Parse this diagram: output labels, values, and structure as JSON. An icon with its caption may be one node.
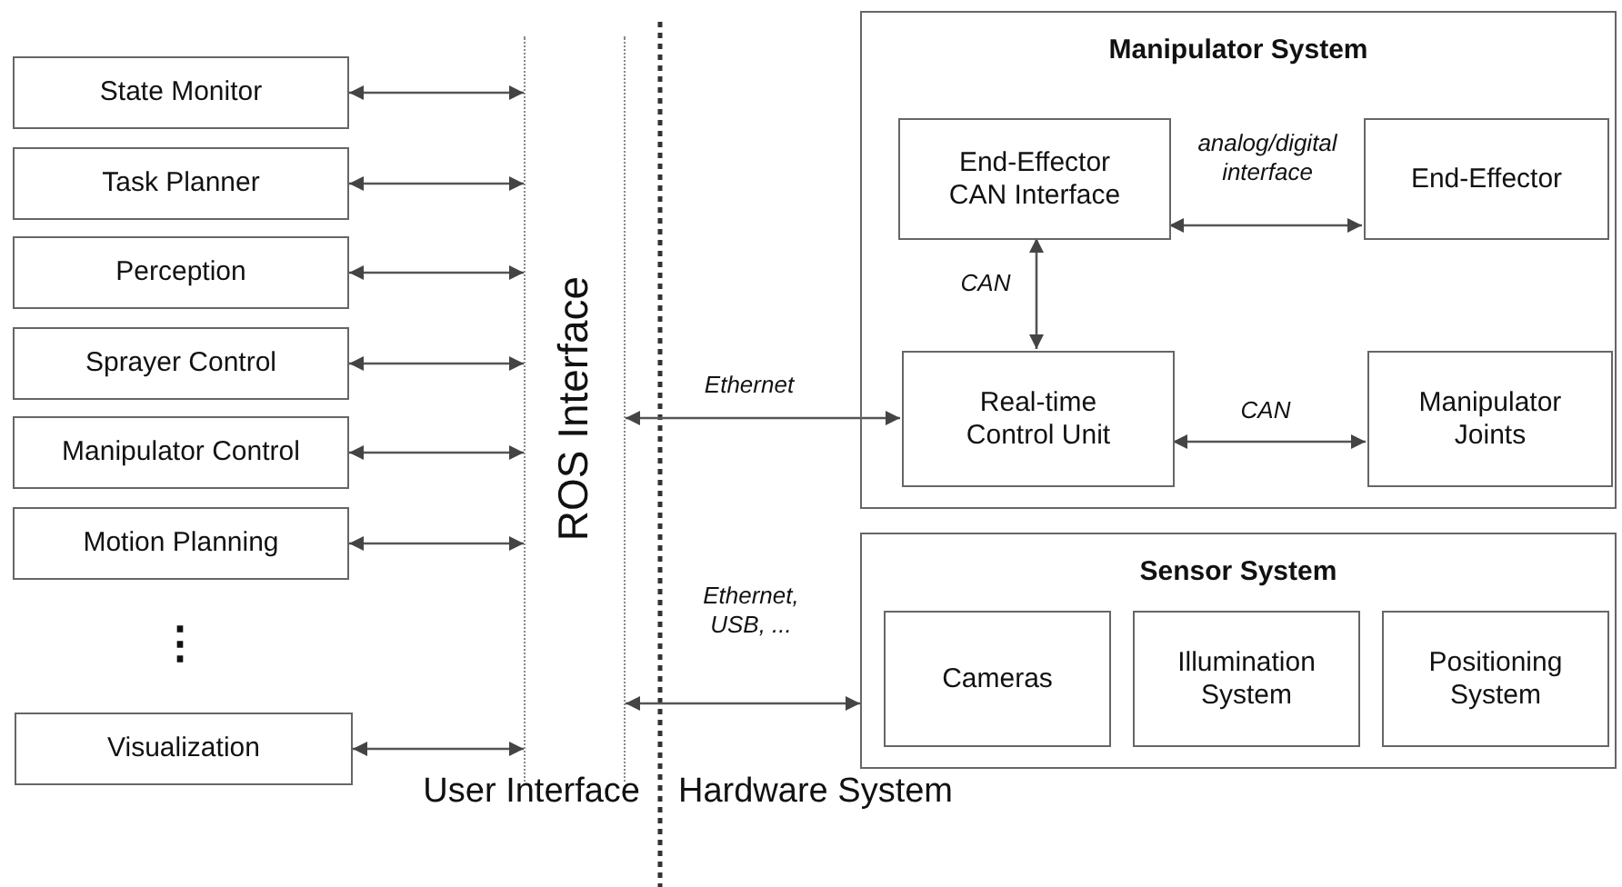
{
  "diagram": {
    "nodes": [
      {
        "text": [
          "State Monitor"
        ]
      },
      {
        "text": [
          "Task Planner"
        ]
      },
      {
        "text": [
          "Perception"
        ]
      },
      {
        "text": [
          "Sprayer Control"
        ]
      },
      {
        "text": [
          "Manipulator Control"
        ]
      },
      {
        "text": [
          "Motion Planning"
        ]
      },
      {
        "text": [
          "Visualization"
        ]
      },
      {
        "text": [
          "ROS Interface"
        ]
      },
      {
        "text": [
          "Manipulator System"
        ]
      },
      {
        "text": [
          "End-Effector CAN Interface"
        ],
        "in": 8
      },
      {
        "text": [
          "End-Effector"
        ],
        "in": 8
      },
      {
        "text": [
          "Real-time Control Unit"
        ],
        "in": 8
      },
      {
        "text": [
          "Manipulator Joints"
        ],
        "in": 8
      },
      {
        "text": [
          "Sensor System"
        ]
      },
      {
        "text": [
          "Cameras"
        ],
        "in": 13
      },
      {
        "text": [
          "Illumination System"
        ],
        "in": 13
      },
      {
        "text": [
          "Positioning System"
        ],
        "in": 13
      }
    ],
    "edges": [
      {
        "from": 0,
        "to": 7,
        "arrow": "both"
      },
      {
        "from": 1,
        "to": 7,
        "arrow": "both"
      },
      {
        "from": 2,
        "to": 7,
        "arrow": "both"
      },
      {
        "from": 3,
        "to": 7,
        "arrow": "both"
      },
      {
        "from": 4,
        "to": 7,
        "arrow": "both"
      },
      {
        "from": 5,
        "to": 7,
        "arrow": "both"
      },
      {
        "from": 6,
        "to": 7,
        "arrow": "both"
      },
      {
        "from": 7,
        "to": 11,
        "arrow": "both",
        "label": "Ethernet"
      },
      {
        "from": 7,
        "to": 13,
        "arrow": "both",
        "label": "Ethernet, USB, ..."
      },
      {
        "from": 9,
        "to": 10,
        "arrow": "both",
        "label": "analog/digital interface"
      },
      {
        "from": 9,
        "to": 11,
        "arrow": "both",
        "label": "CAN"
      },
      {
        "from": 11,
        "to": 12,
        "arrow": "both",
        "label": "CAN"
      }
    ],
    "labels": [
      "⋮",
      "User Interface",
      "Hardware System"
    ]
  }
}
